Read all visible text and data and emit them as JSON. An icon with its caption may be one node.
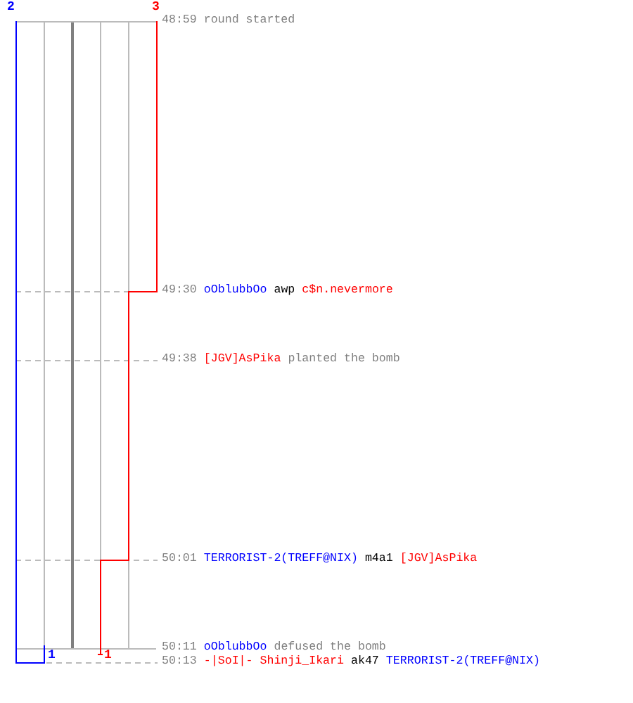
{
  "diagram": {
    "labels": [
      "2",
      "3",
      "48:59",
      "round started",
      "49:30",
      "oOblubbOo",
      "awp",
      "c$n.nevermore",
      "49:38",
      "[JGV]AsPika",
      "planted the bomb",
      "50:01",
      "TERRORIST-2(TREFF@NIX)",
      "m4a1",
      "[JGV]AsPika",
      "50:11",
      "oOblubbOo",
      "defused the bomb",
      "1",
      "1",
      "50:13",
      "-|SoI|- Shinji_Ikari",
      "ak47",
      "TERRORIST-2(TREFF@NIX)"
    ]
  }
}
